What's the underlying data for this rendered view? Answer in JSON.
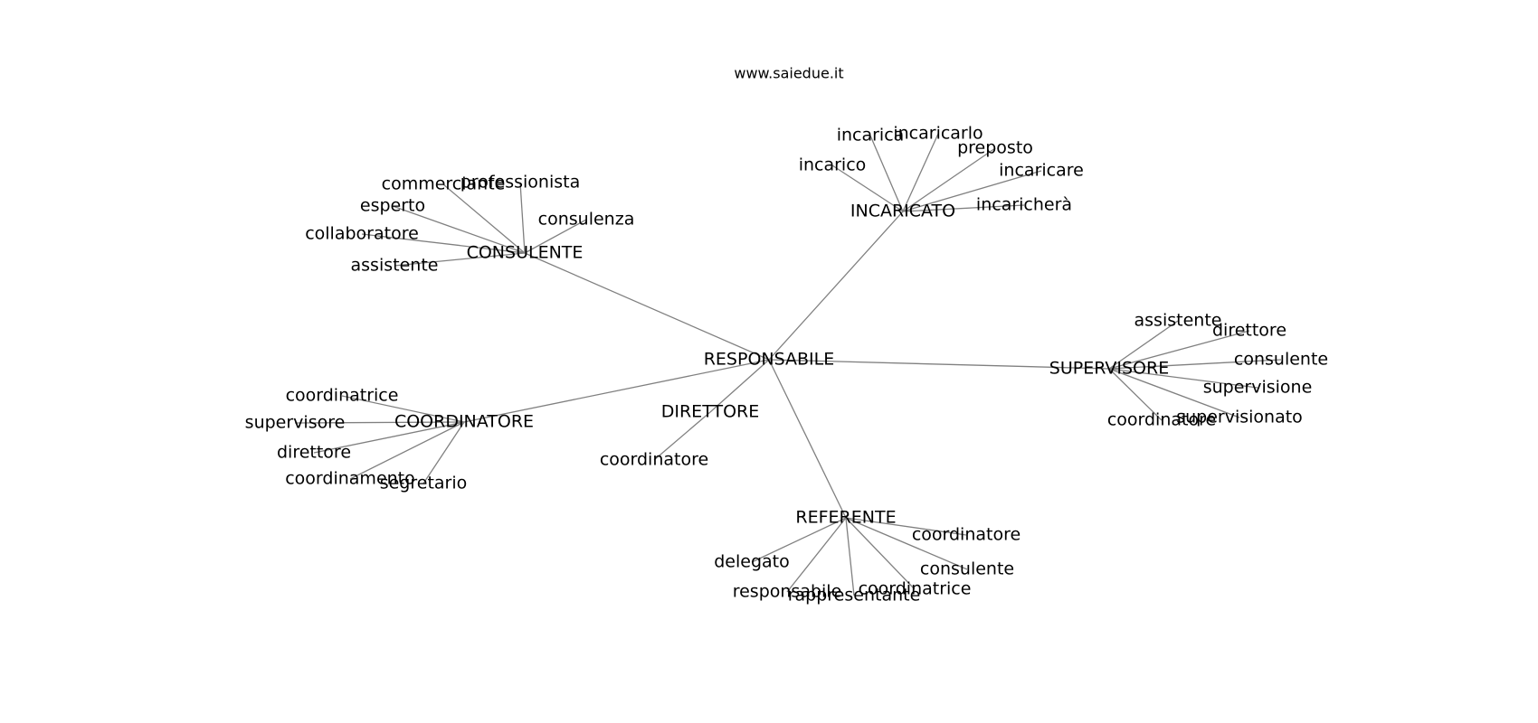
{
  "site": "www.saiedue.it",
  "colors": {
    "edge": "#808080",
    "text": "#000000",
    "background": "#ffffff"
  },
  "root": "RESPONSABILE",
  "hubs": [
    {
      "label": "CONSULENTE",
      "leaves": [
        "commerciante",
        "professionista",
        "consulenza",
        "esperto",
        "collaboratore",
        "assistente"
      ]
    },
    {
      "label": "INCARICATO",
      "leaves": [
        "incarica",
        "incaricarlo",
        "preposto",
        "incarico",
        "incaricare",
        "incaricherà"
      ]
    },
    {
      "label": "SUPERVISORE",
      "leaves": [
        "assistente",
        "direttore",
        "consulente",
        "supervisione",
        "coordinatore",
        "supervisionato"
      ]
    },
    {
      "label": "COORDINATORE",
      "leaves": [
        "coordinatrice",
        "supervisore",
        "direttore",
        "coordinamento",
        "segretario"
      ]
    },
    {
      "label": "DIRETTORE",
      "leaves": [
        "coordinatore"
      ]
    },
    {
      "label": "REFERENTE",
      "leaves": [
        "coordinatore",
        "delegato",
        "consulente",
        "responsabile",
        "rappresentante",
        "coordinatrice"
      ]
    }
  ]
}
